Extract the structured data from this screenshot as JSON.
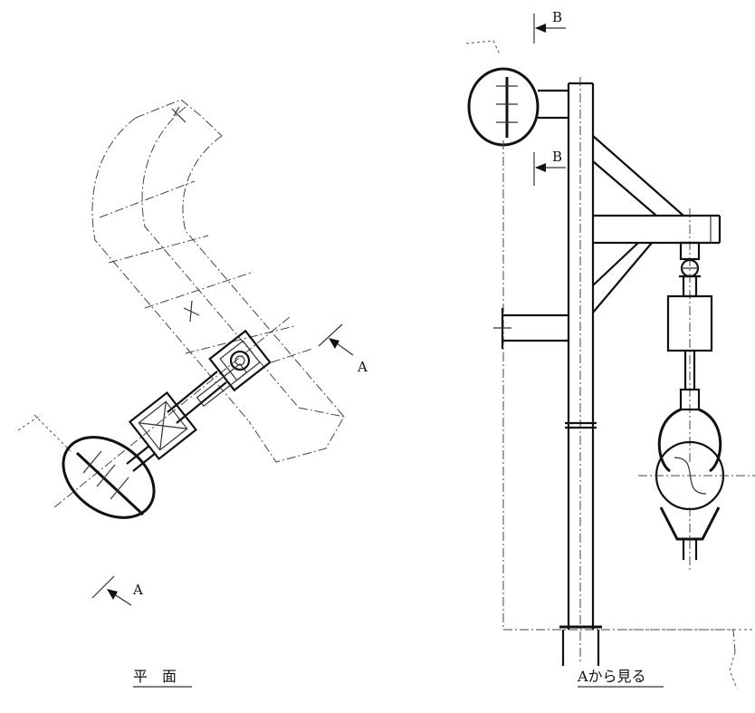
{
  "views": {
    "plan": {
      "caption": "平　面",
      "section_labels": [
        "A",
        "A"
      ]
    },
    "side": {
      "caption": "Aから見る",
      "section_labels": [
        "B",
        "B"
      ]
    }
  }
}
